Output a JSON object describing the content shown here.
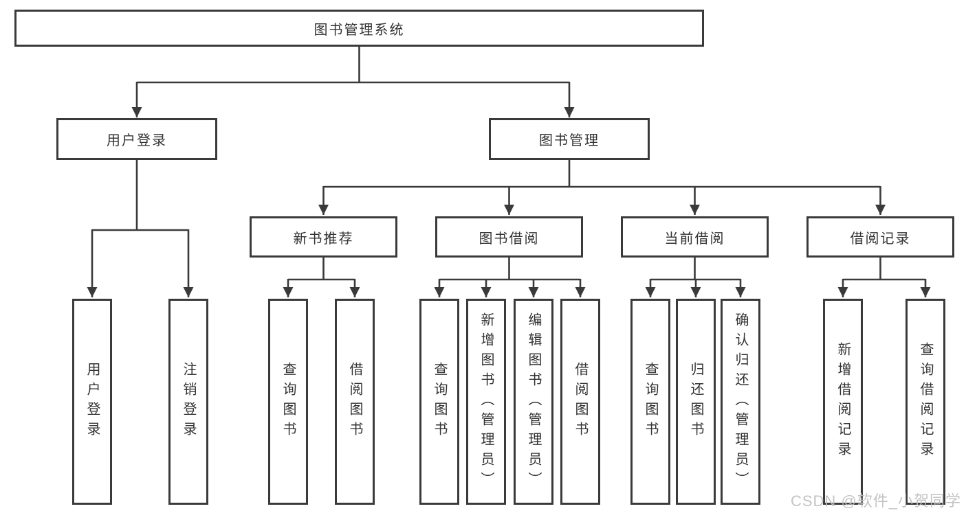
{
  "diagram": {
    "root": {
      "label": "图书管理系统"
    },
    "level2": [
      {
        "label": "用户登录"
      },
      {
        "label": "图书管理"
      }
    ],
    "level3": [
      {
        "label": "新书推荐"
      },
      {
        "label": "图书借阅"
      },
      {
        "label": "当前借阅"
      },
      {
        "label": "借阅记录"
      }
    ],
    "leaf_groups": [
      {
        "items": [
          "用户登录",
          "注销登录"
        ]
      },
      {
        "items": [
          "查询图书",
          "借阅图书"
        ]
      },
      {
        "items": [
          "查询图书",
          "新增图书（管理员）",
          "编辑图书（管理员）",
          "借阅图书"
        ]
      },
      {
        "items": [
          "查询图书",
          "归还图书",
          "确认归还（管理员）"
        ]
      },
      {
        "items": [
          "新增借阅记录",
          "查询借阅记录"
        ]
      }
    ]
  },
  "watermark": {
    "text": "CSDN @软件_小贺同学"
  },
  "colors": {
    "line": "#3a3a3a",
    "text": "#333333",
    "background": "#ffffff",
    "watermark": "#bebebe"
  }
}
